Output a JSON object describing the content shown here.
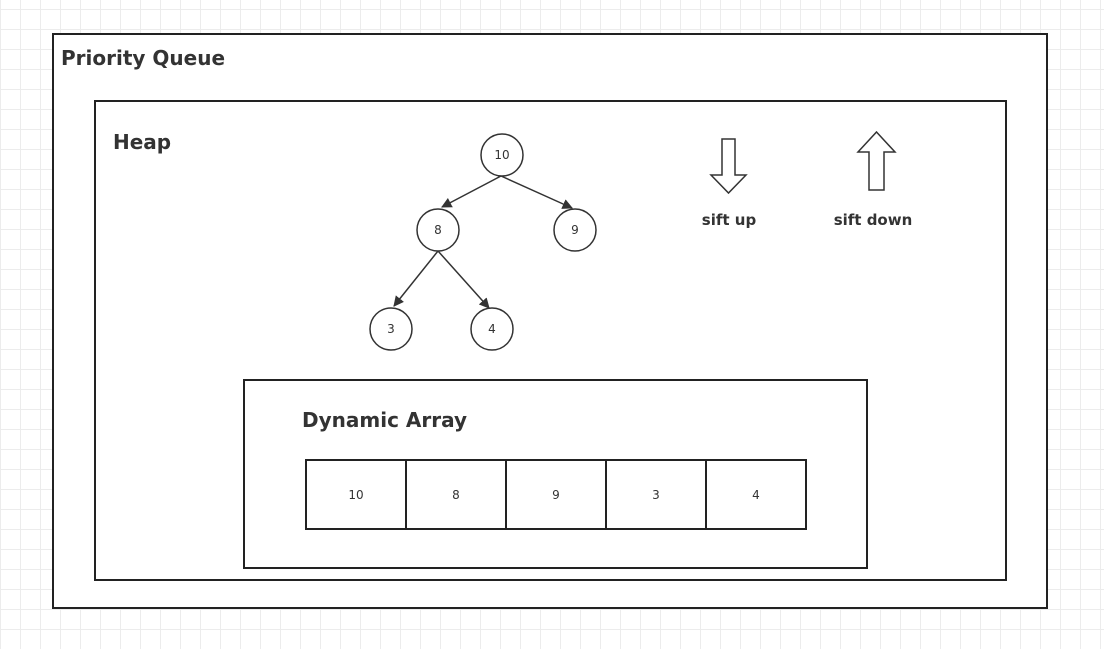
{
  "priority_queue": {
    "title": "Priority Queue"
  },
  "heap": {
    "title": "Heap",
    "nodes": [
      "10",
      "8",
      "9",
      "3",
      "4"
    ],
    "sift_up_label": "sift up",
    "sift_down_label": "sift down",
    "sift_up_icon": "down-arrow-outline-icon",
    "sift_down_icon": "up-arrow-outline-icon"
  },
  "dynamic_array": {
    "title": "Dynamic Array",
    "cells": [
      "10",
      "8",
      "9",
      "3",
      "4"
    ]
  }
}
